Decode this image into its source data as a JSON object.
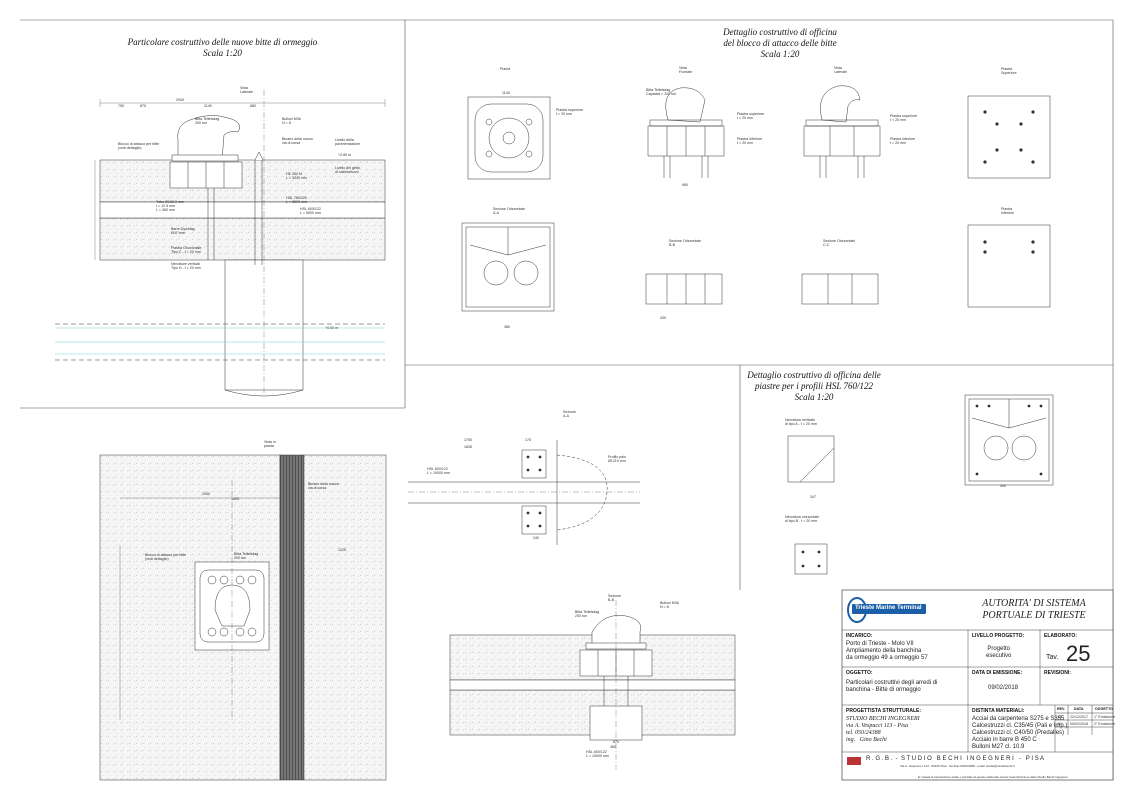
{
  "titles": {
    "main_view": "Particolare costruttivo delle nuove bitte di ormeggio\nScala 1:20",
    "workshop_block": "Dettaglio costruttivo di officina\ndel blocco di attacco delle bitte\nScala 1:20",
    "workshop_plates": "Dettaglio costruttivo di officina delle\npiastre per i profili HSL 760/122\nScala 1:20"
  },
  "view_labels": {
    "pianta": "Pianta",
    "vista_frontale": "Vista\nFrontale",
    "vista_laterale_top": "Vista\nLaterale",
    "vista_laterale": "Vista\nLaterale",
    "piastra_superiore": "Piastra\nSuperiore",
    "piastra_inferiore": "Piastra\ninferiore",
    "sezione_orizzontale_aa": "Sezione Orizzontale\nA-A",
    "sezione_orizzontale_bb": "Sezione Orizzontale\nB-B",
    "sezione_orizzontale_cc": "Sezione Orizzontale\nC-C",
    "sezione_aa": "Sezione\nA-A",
    "sezione_bb": "Sezione\nB-B",
    "vista_in_pianta": "Vista in\npianta"
  },
  "callouts": {
    "bitta_tellefsdag": "Bitta Tellefsdag\n200 ton",
    "blocco_attacco": "Blocco di attacco per bitte\n(vedi dettaglio)",
    "bulloni_m36": "Bulloni M36\nN = 8",
    "tubo": "Tubo Ø168.3 mm\nt = 12.5 mm\nL = 360 mm",
    "barre_dywidag": "Barre Dywidag\nØ47 mm",
    "piastra_orizzontale": "Piastra Orizzontale\nTipo C - t = 20 mm",
    "irrigidimenti": "Nervature verticali\nTipo H - t = 20 mm",
    "he_280m": "HE 280 M\nL = 3040 mm",
    "hsl_760": "HSL 760/220\nL = 8500 mm",
    "hsl_600": "HSL 600/122\nL = 5000 mm",
    "hsl_600b": "HSL 600/122\nL = 10000 mm",
    "profilo_palo": "Profilo palo\nØ1219 mm",
    "piastra_superiore": "Piastra superiore\nt = 20 mm",
    "piastra_inferiore": "Piastra inferiore\nt = 20 mm",
    "bitta_capacita": "Bitta Tellefsdag\nCapacità = 200 ton",
    "nervatura_a": "Nervatura verticale\ndi tipo A - t = 20 mm",
    "nervatura_b": "Nervatura orizzontale\ndi tipo B - t = 20 mm",
    "livello_pavimentazione": "Livello della\npavimentazione",
    "livello_getto": "Livello del getto\ndi calcestruzzo",
    "binario_gru": "Binario della nuova\nvia di corsa",
    "quota_050": "+2.80 m",
    "quota_mare": "+0.00 m"
  },
  "dimensions": {
    "d1": "2940",
    "d2": "1140",
    "d3": "750",
    "d4": "880",
    "d5": "875",
    "d6": "1140",
    "d7": "960",
    "d8": "380",
    "d9": "430",
    "d10": "300",
    "d11": "1750",
    "d12": "1635",
    "d13": "175",
    "d14": "240",
    "d15": "360",
    "d16": "347",
    "d17": "870",
    "d18": "1400",
    "d19": "2400",
    "d20": "1225"
  },
  "title_block": {
    "logo_text": "Trieste Marine Terminal",
    "authority": "AUTORITA' DI SISTEMA\nPORTUALE DI TRIESTE",
    "incarico_label": "INCARICO:",
    "incarico_value": "Porto di Trieste - Molo VII\nAmpliamento della banchina\nda ormeggio 49 a ormeggio 57",
    "livello_label": "LIVELLO PROGETTO:",
    "livello_value": "Progetto\nesecutivo",
    "elaborato_label": "ELABORATO:",
    "tav_label": "Tav.",
    "tav_value": "25",
    "oggetto_label": "OGGETTO:",
    "oggetto_value": "Particolari costruttivi degli arredi di\nbanchina - Bitte di ormeggio",
    "data_label": "DATA DI EMISSIONE:",
    "data_value": "09/02/2018",
    "revisioni_label": "REVISIONI:",
    "rev_headers": [
      "REV.",
      "DATA",
      "OGGETTO"
    ],
    "rev_rows": [
      [
        "00",
        "22/12/2017",
        "1° Emissione"
      ],
      [
        "01",
        "09/02/2018",
        "2° Emissione"
      ]
    ],
    "progettista_label": "PROGETTISTA STRUTTURALE:",
    "progettista_value": "STUDIO BECHI INGEGNERI\nvia A. Vespucci 113 - Pisa\ntel. 050/24388\ning.   Gino Bechi",
    "materiali_label": "DISTINTA MATERIALI:",
    "materiali_value": "Acciai da carpenteria S275 e S355\nCalcestruzzi cl. C35/45 (Pali e Imp.)\nCalcestruzzi cl. C40/50 (Predalles)\nAcciaio in barre B 450 C\nBulloni M27 cl. 10.9",
    "studio_footer": "R . G . B .  -  S T U D I O   B E C H I   I N G E G N E R I   -   P I S A",
    "studio_address": "Via A. Vespucci n.113 - 56125 Pisa - Tel./Fax 050/24388 - email: studio@studiobechi.it",
    "disclaimer": "E' vietata la riproduzione totale o parziale di questo elaborato senza l'autorizzazione dello Studio Bechi Ingegneri"
  },
  "colors": {
    "line": "#333333",
    "concrete": "#f4f4f4",
    "water": "#7fd6d6",
    "brand": "#1a5fa8",
    "dim_red": "#cc2222"
  }
}
